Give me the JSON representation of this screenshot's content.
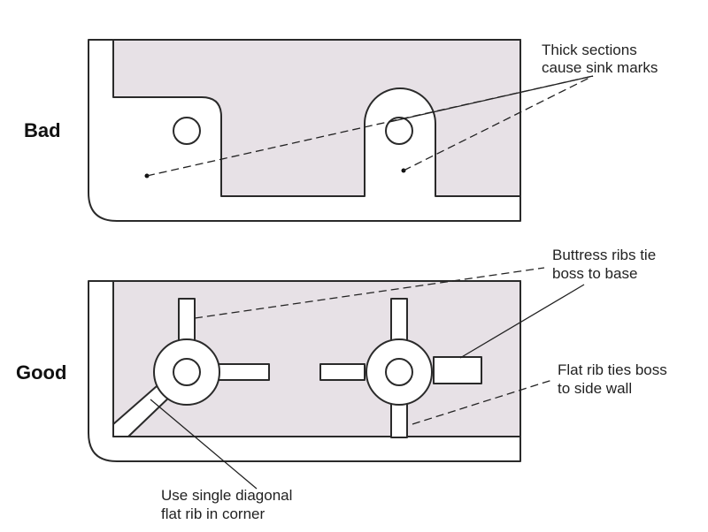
{
  "labels": {
    "bad": "Bad",
    "good": "Good"
  },
  "notes": {
    "sink_marks": [
      "Thick sections",
      "cause sink marks"
    ],
    "buttress": [
      "Buttress ribs tie",
      "boss to base"
    ],
    "flat_rib": [
      "Flat rib ties boss",
      "to side wall"
    ],
    "diagonal": [
      "Use single diagonal",
      "flat rib in corner"
    ]
  },
  "colors": {
    "part_fill": "#e7e1e6",
    "wall_fill": "#ffffff",
    "line": "#2a2a2a"
  }
}
